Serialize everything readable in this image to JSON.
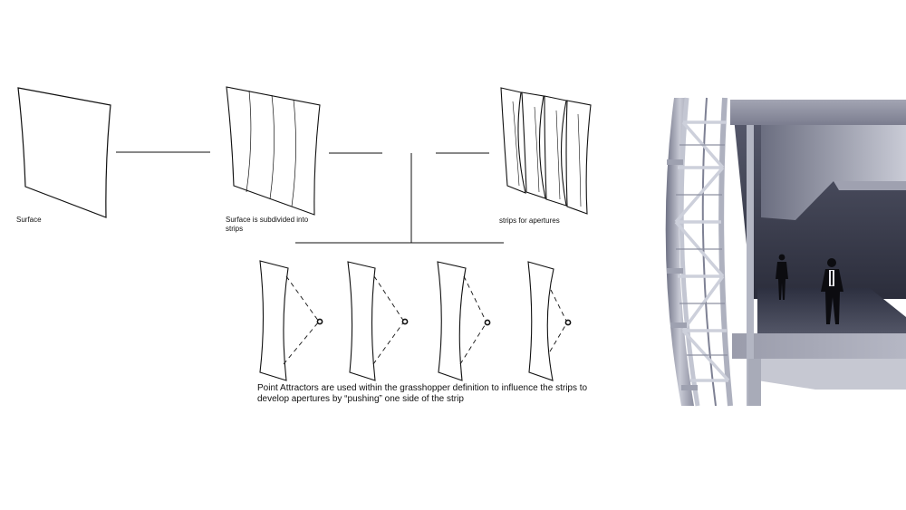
{
  "diagram": {
    "labels": {
      "surface": "Surface",
      "subdivided": "Surface is subdivided into strips",
      "apertures": "strips for apertures",
      "attractors": "Point Attractors are used within the grasshopper definition to influence the strips to develop apertures by “pushing” one side of the strip"
    },
    "colors": {
      "line": "#111111",
      "steel": "#b9bcc9",
      "slab": "#8c8ea0",
      "interior": "#3a3d4d"
    }
  }
}
